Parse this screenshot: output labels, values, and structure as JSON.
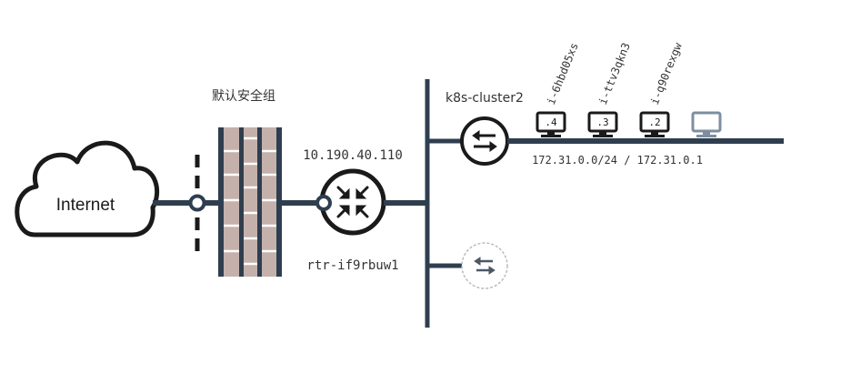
{
  "internet": {
    "label": "Internet"
  },
  "security_group": {
    "label": "默认安全组"
  },
  "router": {
    "ip": "10.190.40.110",
    "name": "rtr-if9rbuw1"
  },
  "network": {
    "name": "k8s-cluster2",
    "cidr_label": "172.31.0.0/24 / 172.31.0.1"
  },
  "instances": [
    {
      "name": "i-6hbd05xs",
      "ip_suffix": ".4"
    },
    {
      "name": "i-ttv3qkn3",
      "ip_suffix": ".3"
    },
    {
      "name": "i-q90rexgw",
      "ip_suffix": ".2"
    }
  ],
  "colors": {
    "line": "#2f3e4f",
    "brick": "#c4b1ab",
    "placeholder": "#7d8ea0",
    "dashed": "#b5bcc4"
  },
  "icons": {
    "cloud": "cloud-icon",
    "firewall": "firewall-icon",
    "router": "router-icon",
    "switch": "switch-icon",
    "monitor": "monitor-icon"
  }
}
